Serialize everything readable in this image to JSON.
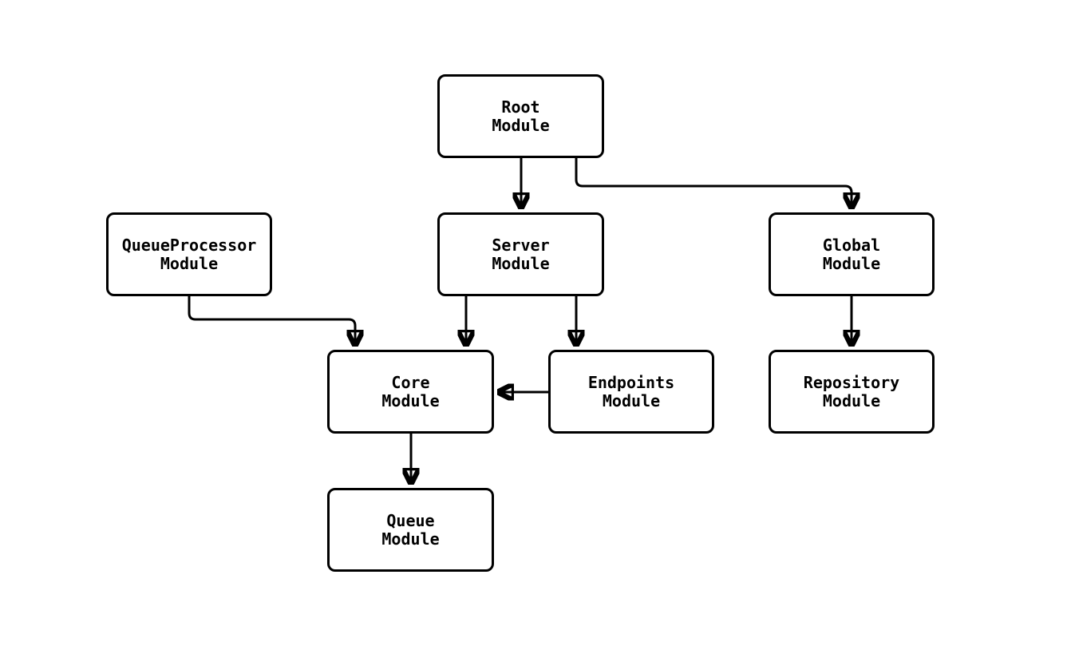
{
  "diagram": {
    "type": "module-dependency-flowchart",
    "colors": {
      "background": "#ffffff",
      "node_fill": "#ffffff",
      "node_border": "#000000",
      "edge_stroke": "#000000",
      "text": "#000000"
    },
    "nodes": {
      "root": {
        "line1": "Root",
        "line2": "Module"
      },
      "qp": {
        "line1": "QueueProcessor",
        "line2": "Module"
      },
      "server": {
        "line1": "Server",
        "line2": "Module"
      },
      "global": {
        "line1": "Global",
        "line2": "Module"
      },
      "core": {
        "line1": "Core",
        "line2": "Module"
      },
      "endpoints": {
        "line1": "Endpoints",
        "line2": "Module"
      },
      "repository": {
        "line1": "Repository",
        "line2": "Module"
      },
      "queue": {
        "line1": "Queue",
        "line2": "Module"
      }
    },
    "edges": [
      {
        "from": "Root Module",
        "to": "Server Module"
      },
      {
        "from": "Root Module",
        "to": "Global Module"
      },
      {
        "from": "QueueProcessor Module",
        "to": "Core Module"
      },
      {
        "from": "Server Module",
        "to": "Core Module"
      },
      {
        "from": "Server Module",
        "to": "Endpoints Module"
      },
      {
        "from": "Endpoints Module",
        "to": "Core Module"
      },
      {
        "from": "Global Module",
        "to": "Repository Module"
      },
      {
        "from": "Core Module",
        "to": "Queue Module"
      }
    ]
  }
}
